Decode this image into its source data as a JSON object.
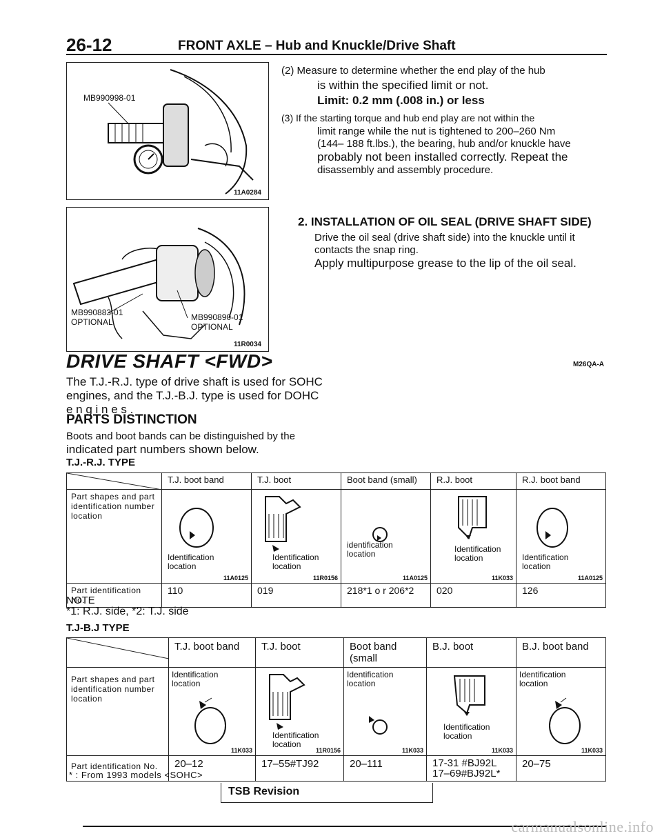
{
  "header": {
    "page_number": "26-12",
    "title": "FRONT AXLE – Hub and Knuckle/Drive Shaft"
  },
  "figure1": {
    "tool_label": "MB990998-01",
    "code": "11A0284"
  },
  "figure2": {
    "label_left": "MB990883-01",
    "label_left_opt": "OPTIONAL",
    "label_right": "MB990890-01",
    "label_right_opt": "OPTIONAL",
    "code": "11R0034"
  },
  "steps": {
    "s2_line1": "(2) Measure to determine whether the end play of the hub",
    "s2_line2": "is within the specified limit or not.",
    "limit": "Limit: 0.2 mm (.008 in.) or less",
    "s3_line1": "(3)  If the starting torque and hub end play are not within the",
    "s3_line2": "limit range while the nut is tightened to 200–260 Nm",
    "s3_line3": "(144– 188 ft.lbs.), the bearing, hub and/or knuckle have",
    "s3_line4": "probably not been installed correctly. Repeat the",
    "s3_line5": "disassembly and assembly procedure."
  },
  "oil_seal": {
    "title": "2. INSTALLATION OF OIL SEAL (DRIVE SHAFT SIDE)",
    "line1": "Drive the oil seal (drive shaft side) into the knuckle until it",
    "line2": "contacts the snap ring.",
    "line3": "Apply multipurpose grease to the lip of the oil seal."
  },
  "section": {
    "title": "DRIVE SHAFT <FWD>",
    "code": "M26QA-A",
    "intro1": "The T.J.-R.J. type of drive shaft is used for SOHC",
    "intro2": "engines, and the T.J.-B.J. type is used for DOHC",
    "intro3": "e n g i n e s .",
    "parts_title": "PARTS DISTINCTION",
    "parts_line1": "Boots and boot bands can be distinguished by the",
    "parts_line2": "indicated part numbers shown below."
  },
  "table1": {
    "type_title": "T.J.-R.J. TYPE",
    "headers": [
      "T.J.  boot  band",
      "T.J.  boot",
      "Boot  band  (small)",
      "R.J.  boot",
      "R.J. boot band"
    ],
    "row_label": "Part  shapes  and part  identification number  location",
    "captions": [
      "Identification location",
      "Identification location",
      "identification location",
      "Identification location",
      "Identification location"
    ],
    "codes": [
      "11A0125",
      "11R0156",
      "11A0125",
      "11K033",
      "11A0125"
    ],
    "num_label": "Part  identification  No.",
    "numbers": [
      "110",
      "019",
      "218*1  o r  206*2",
      "020",
      "126"
    ]
  },
  "note": {
    "title": "NOTE",
    "text": "*1: R.J. side, *2: T.J. side"
  },
  "table2": {
    "type_title": "T.J-B.J TYPE",
    "headers": [
      "T.J. boot band",
      "T.J. boot",
      "Boot band (small",
      "B.J. boot",
      "B.J. boot band"
    ],
    "row_label": "Part  shapes  and part  identification number  location",
    "captions": [
      "Identification location",
      "Identification location",
      "Identification location",
      "Identification location",
      "Identification location"
    ],
    "codes": [
      "11K033",
      "11R0156",
      "11K033",
      "11K033",
      "11K033"
    ],
    "num_label": "Part identification No.",
    "numbers": [
      "20–12",
      "17–55#TJ92",
      "20–111",
      "17-31 #BJ92L",
      "20–75"
    ],
    "number_bj_second": "17–69#BJ92L*",
    "footnote": "*  : From  1993  models  <SOHC>"
  },
  "revision": "TSB Revision",
  "watermark": "carmanualsonline.info"
}
